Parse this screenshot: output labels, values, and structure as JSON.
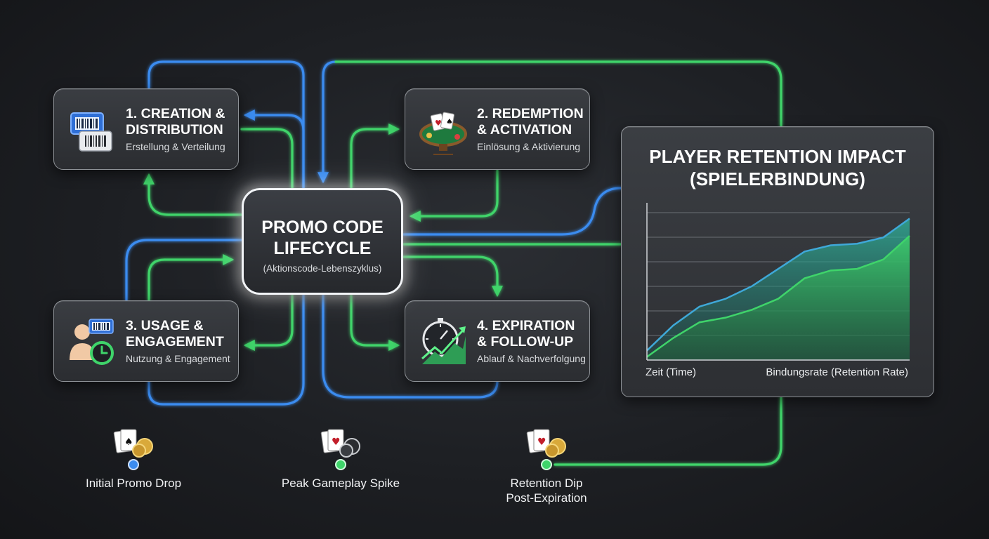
{
  "diagram": {
    "center": {
      "title": "PROMO CODE\nLIFECYCLE",
      "subtitle": "(Aktionscode-Lebenszyklus)"
    },
    "stages": [
      {
        "title": "1. CREATION &\nDISTRIBUTION",
        "subtitle": "Erstellung & Verteilung",
        "icon": "ticket-barcode-icon"
      },
      {
        "title": "2. REDEMPTION\n& ACTIVATION",
        "subtitle": "Einlösung & Aktivierung",
        "icon": "card-table-icon"
      },
      {
        "title": "3. USAGE &\nENGAGEMENT",
        "subtitle": "Nutzung & Engagement",
        "icon": "user-clock-icon"
      },
      {
        "title": "4. EXPIRATION\n& FOLLOW-UP",
        "subtitle": "Ablauf & Nachverfolgung",
        "icon": "stopwatch-chart-icon"
      }
    ],
    "colors": {
      "blue": "#3b8cf0",
      "green": "#3fd46a",
      "background": "#1f2125"
    }
  },
  "retention_panel": {
    "title": "PLAYER RETENTION IMPACT\n(SPIELERBINDUNG)",
    "xlabel": "Zeit (Time)",
    "ylabel": "Bindungsrate (Retention Rate)"
  },
  "chart_data": {
    "type": "area",
    "title": "PLAYER RETENTION IMPACT\n(SPIELERBINDUNG)",
    "xlabel": "Zeit (Time)",
    "ylabel": "Bindungsrate (Retention Rate)",
    "grid": true,
    "x": [
      0,
      1,
      2,
      3,
      4,
      5,
      6,
      7,
      8,
      9,
      10
    ],
    "series": [
      {
        "values": [
          6,
          22,
          34,
          39,
          47,
          58,
          69,
          73,
          74,
          78,
          90
        ],
        "color": "#3fa8d8"
      },
      {
        "values": [
          2,
          14,
          24,
          27,
          32,
          39,
          52,
          57,
          58,
          64,
          79
        ],
        "color": "#3fd46a"
      }
    ],
    "ylim": [
      0,
      100
    ]
  },
  "timeline": {
    "milestones": [
      {
        "label": "Initial Promo Drop",
        "dot_color": "#3b8cf0",
        "icon": "cards-chips-icon"
      },
      {
        "label": "Peak Gameplay Spike",
        "dot_color": "#3fd46a",
        "icon": "cards-chips-icon"
      },
      {
        "label": "Retention Dip\nPost-Expiration",
        "dot_color": "#3fd46a",
        "icon": "cards-chips-icon"
      }
    ]
  }
}
